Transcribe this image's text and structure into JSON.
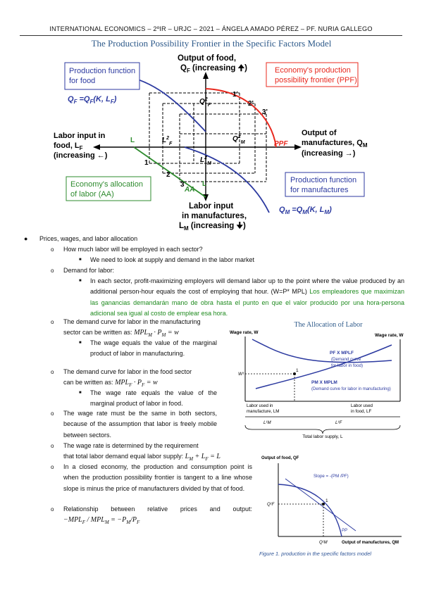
{
  "header": "INTERNATIONAL ECONOMICS – 2ºIR – URJC – 2021 – ÁNGELA AMADO PÉREZ – PF. NURIA GALLEGO",
  "figure_main": {
    "title": "The Production Possibility Frontier in the Specific Factors Model",
    "y_top_label_1": "Output of food,",
    "y_top_label_2": "Q",
    "y_top_label_3": "(increasing",
    "ppf_box_1": "Economy's production",
    "ppf_box_2": "possibility frontier (PPF)",
    "food_box_1": "Production function",
    "food_box_2": "for food",
    "qf_eq": "QF =QF(K, LF)",
    "left_label_1": "Labor input in",
    "left_label_2": "food, LF",
    "left_label_3": "(increasing ←)",
    "right_label_1": "Output of",
    "right_label_2": "manufactures, QM",
    "right_label_3": "(increasing →)",
    "aa_box_1": "Economy's allocation",
    "aa_box_2": "of labor (AA)",
    "manuf_box_1": "Production function",
    "manuf_box_2": "for manufactures",
    "bottom_label_1": "Labor input",
    "bottom_label_2": "in manufactures,",
    "bottom_label_3": "LM (increasing ↓)",
    "qm_eq": "QM =QM(K, LM)",
    "ppf_tag": "PPF",
    "L": "L",
    "AA": "AA",
    "pts": [
      "1",
      "2",
      "3",
      "1'",
      "2'",
      "3'"
    ],
    "q2f": "Q2F",
    "q2m": "Q2M",
    "l2f": "L2F",
    "l2m": "L2M"
  },
  "list": {
    "b1": "Prices, wages, and labor allocation",
    "s1": "How much labor will be employed in each sector?",
    "s1a": "We need to look at supply and demand in the labor market",
    "s2": "Demand for labor:",
    "s2a_black": "In each sector, profit-maximizing employers will demand labor up to the point where the value produced by an additional person-hour equals the cost of employing that hour. (W=P* MPL)",
    "s2a_green": "Los empleadores que maximizan las ganancias demandarán mano de obra hasta el punto en que el valor producido por una hora-persona adicional sea igual al costo de emplear esa hora.",
    "s3_1": "The demand curve for labor in the manufacturing",
    "s3_2": "sector can be written as:",
    "s3_math": "MPLM · PM = w",
    "s3a": "The wage equals the value of the marginal product of labor in manufacturing.",
    "s4_1": "The demand curve for labor in the food sector",
    "s4_2": "can be written as:",
    "s4_math": "MPLF · PF = w",
    "s4a": "The wage rate equals the value of the marginal product of labor in food.",
    "s5": "The wage rate must be the same in both sectors, because of the assumption that labor is freely mobile between sectors.",
    "s6_1": "The wage rate is determined by the requirement",
    "s6_2": "that total labor demand equal labor supply:",
    "s6_math": "LM + LF = L",
    "s7": "In a closed economy, the production and consumption point is when the production possibility frontier is tangent to a line whose slope is minus the price of manufacturers divided by that of food.",
    "s8": "Relationship between relative prices and output:",
    "s8_math": "−MPLF / MPLM = −PM/PF"
  },
  "figure_labor": {
    "title": "The Allocation of Labor",
    "wage_left": "Wage rate, W",
    "wage_right": "Wage rate, W",
    "pf_curve": "PF X MPLF",
    "pf_curve_desc_1": "(Demand curve",
    "pf_curve_desc_2": "for labor in food)",
    "pm_curve": "PM X MPLM",
    "pm_curve_desc": "(Demand curve for labor in manufacturing)",
    "w_star": "W¹",
    "pt": "1",
    "used_manuf_1": "Labor used in",
    "used_manuf_2": "manufacture, LM",
    "used_food_1": "Labor used",
    "used_food_2": "in food, LF",
    "l1m": "L¹M",
    "l1f": "L¹F",
    "supply": "Total labor supply, L"
  },
  "figure_ppf": {
    "ylabel": "Output of food, QF",
    "slope": "Slope = -(PM /PF)",
    "q1f": "Q¹F",
    "q1m": "Q¹M",
    "pt": "1",
    "pp": "PP",
    "xlabel": "Output of manufactures, QM"
  },
  "caption": "Figure 1. production in the specific factors model",
  "colors": {
    "red": "#e8281e",
    "blue": "#2c3aa0",
    "green": "#2e8b2e",
    "title": "#2e5a8a"
  }
}
